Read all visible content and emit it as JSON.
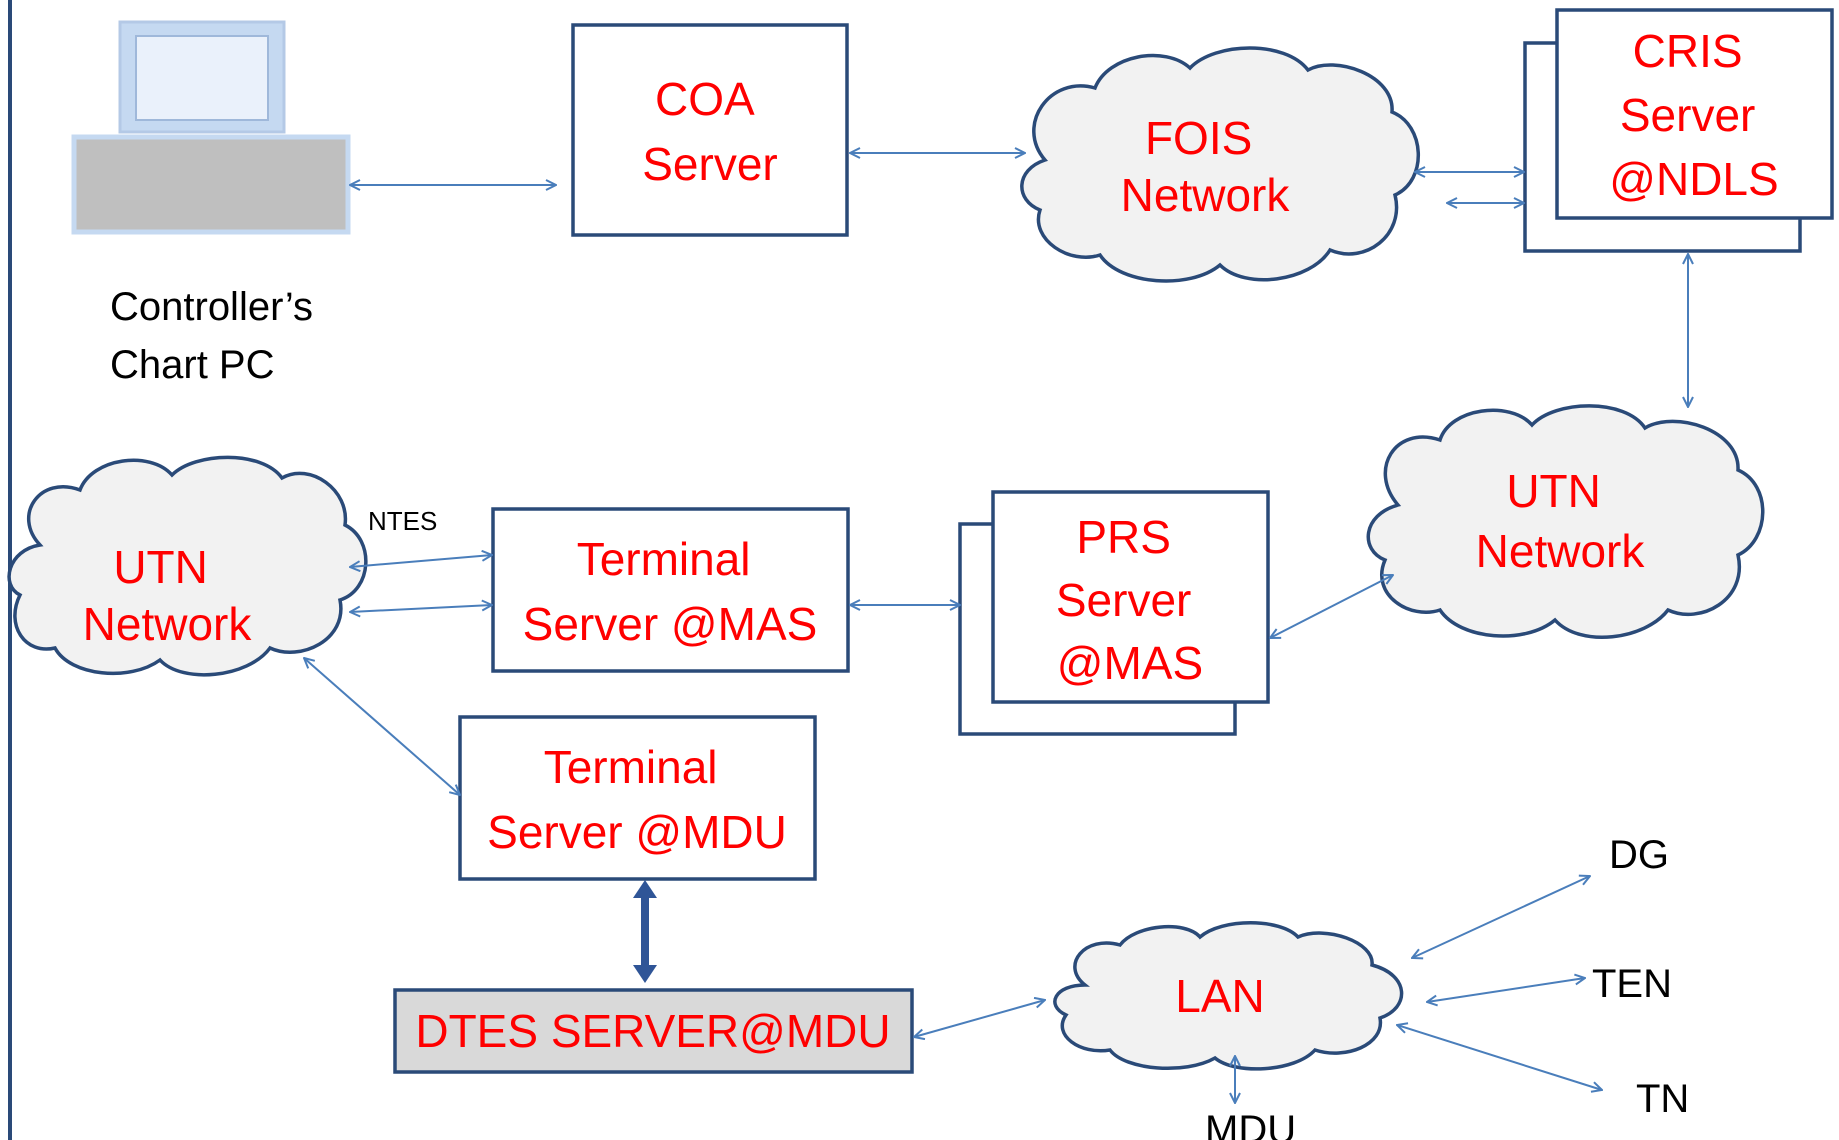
{
  "pc_label": {
    "line1": "Controller’s",
    "line2": "Chart  PC"
  },
  "coa": {
    "line1": "COA",
    "line2": "Server"
  },
  "fois": {
    "line1": "FOIS",
    "line2": "Network"
  },
  "cris": {
    "line1": "CRIS",
    "line2": "Server",
    "line3": "@NDLS"
  },
  "utn_right": {
    "line1": "UTN",
    "line2": "Network"
  },
  "utn_left": {
    "line1": "UTN",
    "line2": "Network"
  },
  "ntes_label": "NTES",
  "terminal_mas": {
    "line1": "Terminal",
    "line2": "Server @MAS"
  },
  "prs": {
    "line1": "PRS",
    "line2": "Server",
    "line3": "@MAS"
  },
  "terminal_mdu": {
    "line1": "Terminal",
    "line2": "Server @MDU"
  },
  "dtes": {
    "label": "DTES  SERVER@MDU"
  },
  "lan": {
    "label": "LAN"
  },
  "endpoints": {
    "dg": "DG",
    "ten": "TEN",
    "tn": "TN",
    "mdu": "MDU"
  },
  "colors": {
    "node_text": "#ff0000",
    "border": "#2a4a78",
    "connector": "#4a7ebb",
    "cloud_fill": "#f2f2f2",
    "dtes_fill": "#d9d9d9"
  }
}
